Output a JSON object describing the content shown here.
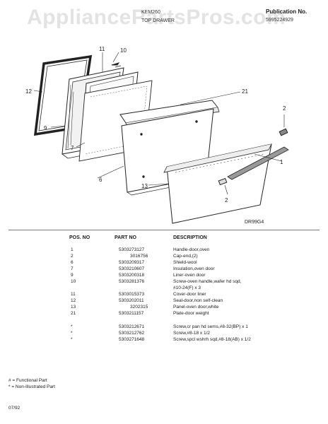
{
  "watermark": "AppliancePartsPros.com",
  "header": {
    "model": "KEM260",
    "section": "TOP DRAWER",
    "publication_label": "Publication No.",
    "publication_number": "5995224929"
  },
  "diagram": {
    "callouts": [
      "11",
      "10",
      "12",
      "21",
      "9",
      "7",
      "2",
      "6",
      "13",
      "1",
      "2"
    ],
    "diagram_id": "DR99G4"
  },
  "table": {
    "headers": [
      "POS. NO",
      "PART NO",
      "DESCRIPTION"
    ],
    "rows": [
      {
        "pos": "1",
        "part": "5303273127",
        "desc": "Handle-door,oven"
      },
      {
        "pos": "2",
        "part": "3016756",
        "desc": "Cap-end,(2)"
      },
      {
        "pos": "6",
        "part": "5303209317",
        "desc": "Shield-wool"
      },
      {
        "pos": "7",
        "part": "5303210607",
        "desc": "Insulation,oven door"
      },
      {
        "pos": "9",
        "part": "5303200318",
        "desc": "Liner-oven door"
      },
      {
        "pos": "10",
        "part": "5303281376",
        "desc": "Screw-oven handle,wafer hd sqd,"
      },
      {
        "pos": "",
        "part": "",
        "desc": "#10-24(F) x 3"
      },
      {
        "pos": "11",
        "part": "5303015373",
        "desc": "Cover-door liner"
      },
      {
        "pos": "12",
        "part": "5303202011",
        "desc": "Seal-door,non self-clean"
      },
      {
        "pos": "13",
        "part": "3202315",
        "desc": "Panel-oven door,white"
      },
      {
        "pos": "21",
        "part": "5303211157",
        "desc": "Plate-door weight"
      },
      {
        "pos": "*",
        "part": "5303212671",
        "desc": "Screw,cr pan hd sems,#8-32(BP) x 1"
      },
      {
        "pos": "*",
        "part": "5303212762",
        "desc": "Screw,#8-18 x 1/2"
      },
      {
        "pos": "*",
        "part": "5303271648",
        "desc": "Screw,spcl wshrh sqd,#8-18(AB) x 1/2"
      }
    ]
  },
  "footnotes": {
    "functional": "# = Functional Part",
    "non_illustrated": "* = Non-Illustrated Part",
    "date": "07/92"
  }
}
